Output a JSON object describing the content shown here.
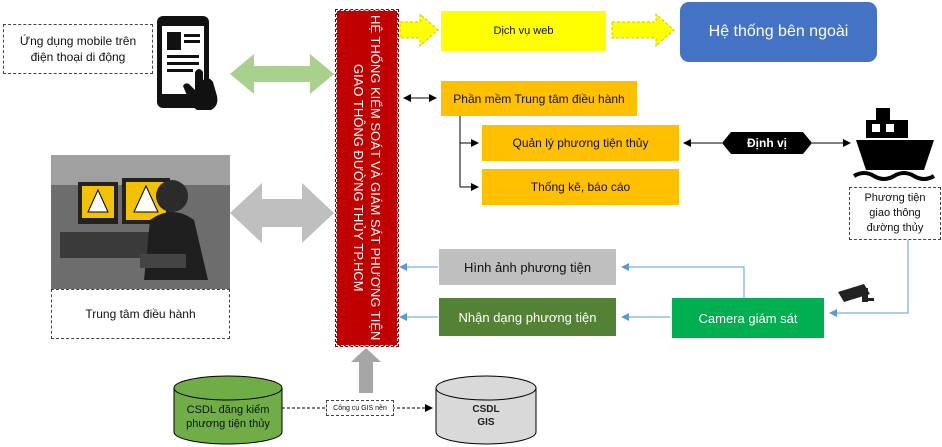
{
  "mobile_label": "Ứng dụng mobile trên\nđiện thoại di động",
  "center_label": "Trung tâm điều hành",
  "main_system": "HỆ THỐNG KIỂM SOÁT VÀ GIÁM SÁT PHƯƠNG TIỆN GIAO THÔNG ĐƯỜNG THỦY TP.HCM",
  "web_service": "Dịch vụ web",
  "external_system": "Hệ thống bên ngoài",
  "control_software": "Phần mềm Trung tâm điều hành",
  "vessel_management": "Quản lý phương tiện thủy",
  "statistics": "Thống kê, báo cáo",
  "positioning": "Định vị",
  "vessel_label": "Phương tiện\ngiao thông\nđường thủy",
  "vehicle_images": "Hình ảnh phương tiện",
  "vehicle_recognition": "Nhận dạng phương tiện",
  "camera": "Camera giám sát",
  "db_registration": "CSDL đăng kiểm\nphương tiện thủy",
  "gis_tool": "Công cụ GIS nền",
  "db_gis": "CSDL\nGIS",
  "colors": {
    "main_red": "#c00000",
    "yellow": "#ffff00",
    "orange": "#ffc000",
    "blue": "#4472c4",
    "grey": "#bfbfbf",
    "dark_green": "#548235",
    "green": "#00b050",
    "db_green": "#70ad47",
    "arrow_green": "#a9d18e",
    "arrow_grey": "#bfbfbf"
  }
}
